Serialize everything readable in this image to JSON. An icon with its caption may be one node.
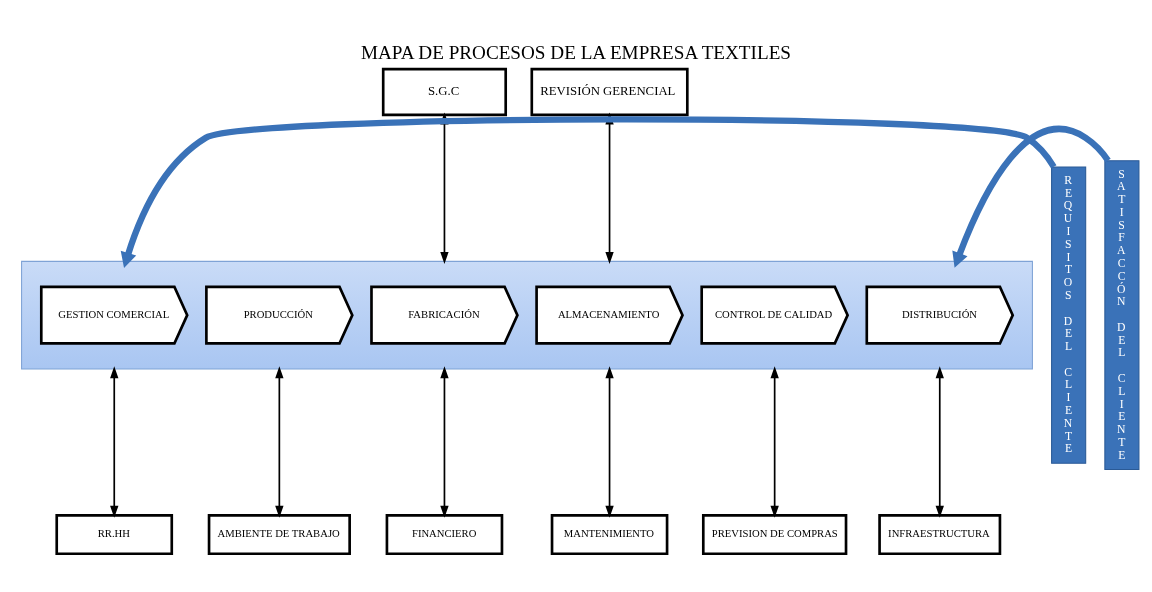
{
  "diagram": {
    "title": "MAPA DE PROCESOS DE LA EMPRESA TEXTILES",
    "nodes": [
      {
        "text": [
          "S.G.C"
        ]
      },
      {
        "text": [
          "REVISIÓN GERENCIAL"
        ]
      },
      {
        "text": [],
        "shape": "box"
      },
      {
        "text": [
          "GESTION COMERCIAL"
        ],
        "in": 2
      },
      {
        "text": [
          "PRODUCCIÓN"
        ],
        "in": 2
      },
      {
        "text": [
          "FABRICACIÓN"
        ],
        "in": 2
      },
      {
        "text": [
          "ALMACENAMIENTO"
        ],
        "in": 2
      },
      {
        "text": [
          "CONTROL DE CALIDAD"
        ],
        "in": 2
      },
      {
        "text": [
          "DISTRIBUCIÓN"
        ],
        "in": 2
      },
      {
        "text": [
          "RR.HH"
        ]
      },
      {
        "text": [
          "AMBIENTE DE TRABAJO"
        ]
      },
      {
        "text": [
          "FINANCIERO"
        ]
      },
      {
        "text": [
          "MANTENIMIENTO"
        ]
      },
      {
        "text": [
          "PREVISION DE COMPRAS"
        ]
      },
      {
        "text": [
          "INFRAESTRUCTURA"
        ]
      },
      {
        "text": [
          "REQUISITOS DEL CLIENTE"
        ]
      },
      {
        "text": [
          "SATISFACCÓN DEL CLIENTE"
        ]
      }
    ],
    "edges": [
      {
        "from": 0,
        "to": 2,
        "arrow": "both"
      },
      {
        "from": 1,
        "to": 2,
        "arrow": "both"
      },
      {
        "from": 2,
        "to": 9,
        "arrow": "both"
      },
      {
        "from": 2,
        "to": 10,
        "arrow": "both"
      },
      {
        "from": 2,
        "to": 11,
        "arrow": "both"
      },
      {
        "from": 2,
        "to": 12,
        "arrow": "both"
      },
      {
        "from": 2,
        "to": 13,
        "arrow": "both"
      },
      {
        "from": 2,
        "to": 14,
        "arrow": "both"
      },
      {
        "from": 15,
        "to": 2,
        "arrow": "to",
        "style": "thick",
        "color": "#3a72b8"
      },
      {
        "from": 16,
        "to": 2,
        "arrow": "to",
        "style": "thick",
        "color": "#3a72b8"
      }
    ]
  }
}
